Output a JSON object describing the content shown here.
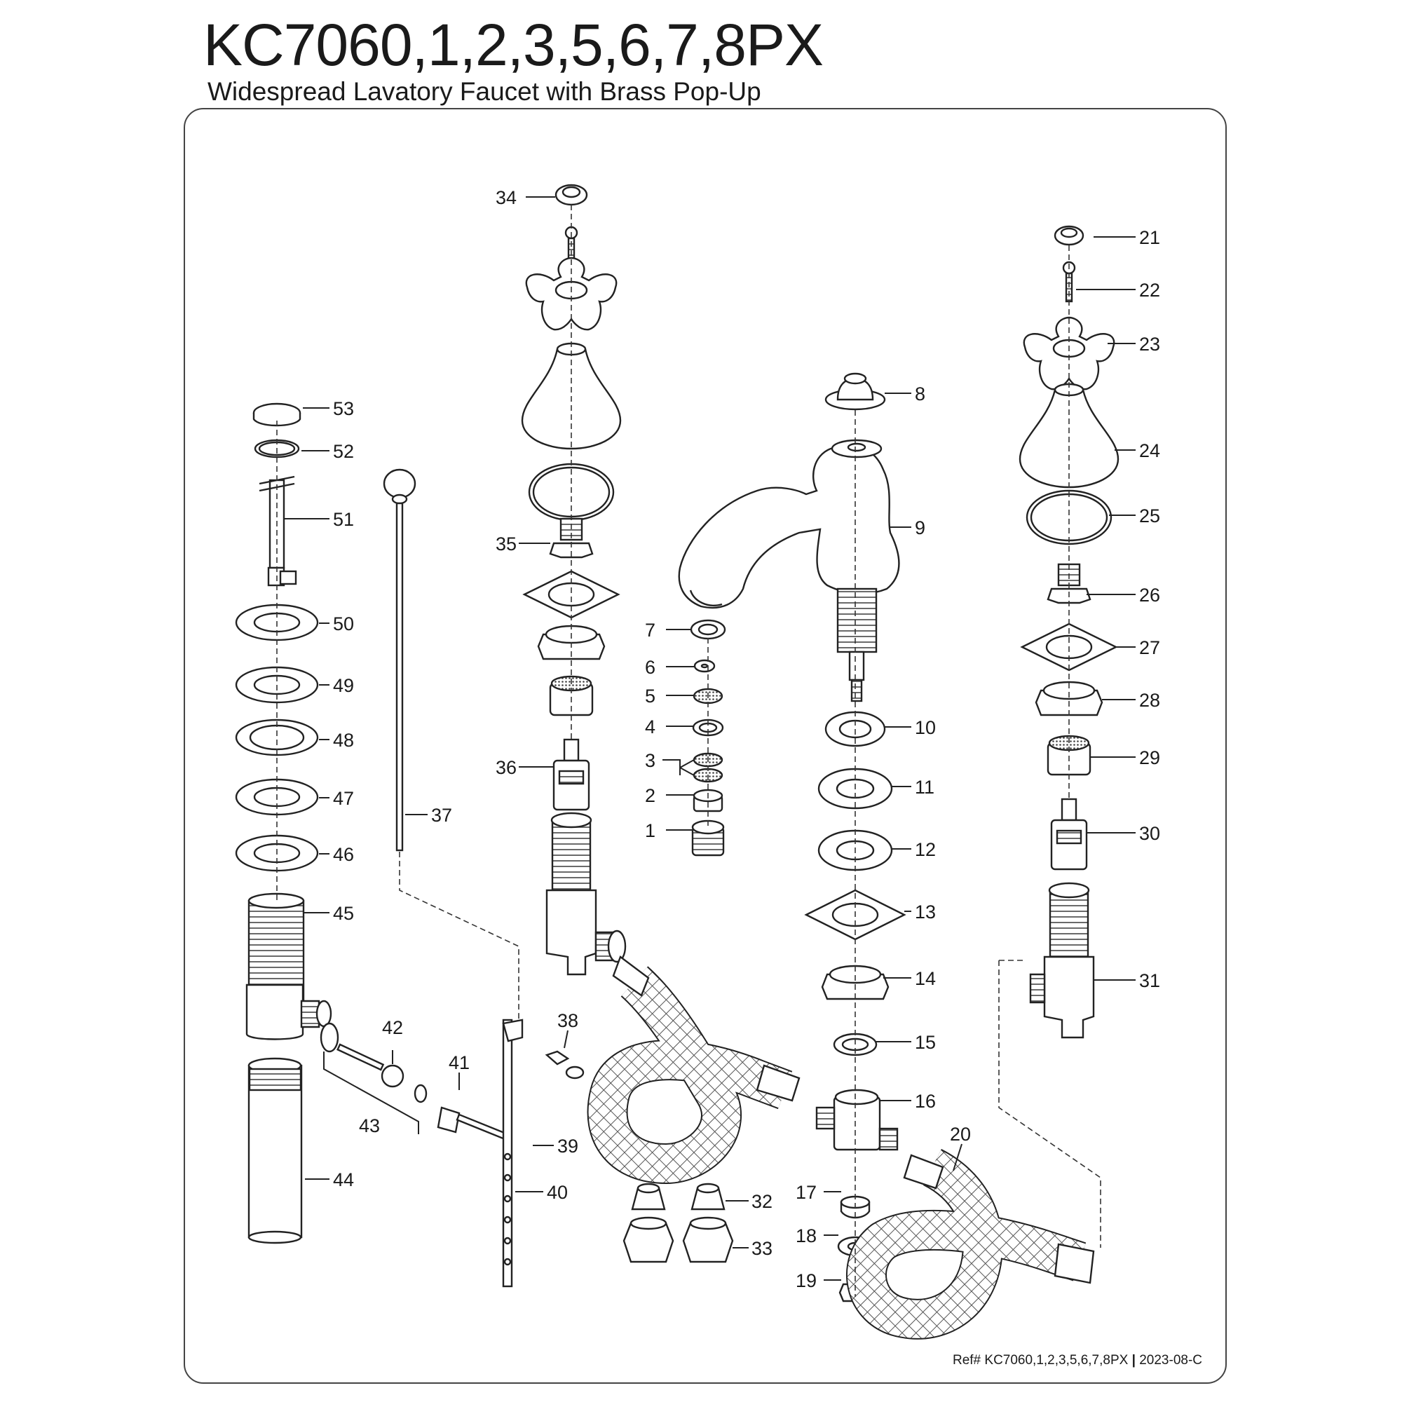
{
  "title": "KC7060,1,2,3,5,6,7,8PX",
  "subtitle": "Widespread Lavatory Faucet with Brass Pop-Up",
  "reference": {
    "prefix": "Ref#",
    "model": "KC7060,1,2,3,5,6,7,8PX",
    "separator": "|",
    "code": "2023-08-C"
  },
  "callouts": [
    "1",
    "2",
    "3",
    "4",
    "5",
    "6",
    "7",
    "8",
    "9",
    "10",
    "11",
    "12",
    "13",
    "14",
    "15",
    "16",
    "17",
    "18",
    "19",
    "20",
    "21",
    "22",
    "23",
    "24",
    "25",
    "26",
    "27",
    "28",
    "29",
    "30",
    "31",
    "32",
    "33",
    "34",
    "35",
    "36",
    "37",
    "38",
    "39",
    "40",
    "41",
    "42",
    "43",
    "44",
    "45",
    "46",
    "47",
    "48",
    "49",
    "50",
    "51",
    "52",
    "53"
  ]
}
